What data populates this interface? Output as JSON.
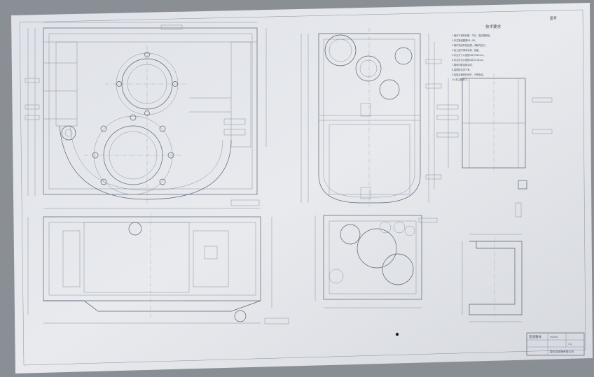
{
  "notes": {
    "title": "技术要求",
    "lines": [
      "1.铸件不得有砂眼、气孔、裂纹等缺陷。",
      "2.未注铸造圆角R3~R5。",
      "3.铸件须经时效处理，消除内应力。",
      "4.加工面不得有毛刺、划痕。",
      "5.未注尺寸公差按GB/T1804-m。",
      "6.未注形位公差按GB/T1184-K。",
      "7.箱体内壁涂耐油漆。",
      "8.装配前清洗干净。",
      "9.各结合面密封良好，不得渗油。",
      "10.未注倒角C1。"
    ]
  },
  "title_block": {
    "part_name": "变速箱体",
    "material": "HT200",
    "scale": "1:2",
    "company": "重庆齿轮箱有限公司"
  },
  "corner_label": "图号"
}
